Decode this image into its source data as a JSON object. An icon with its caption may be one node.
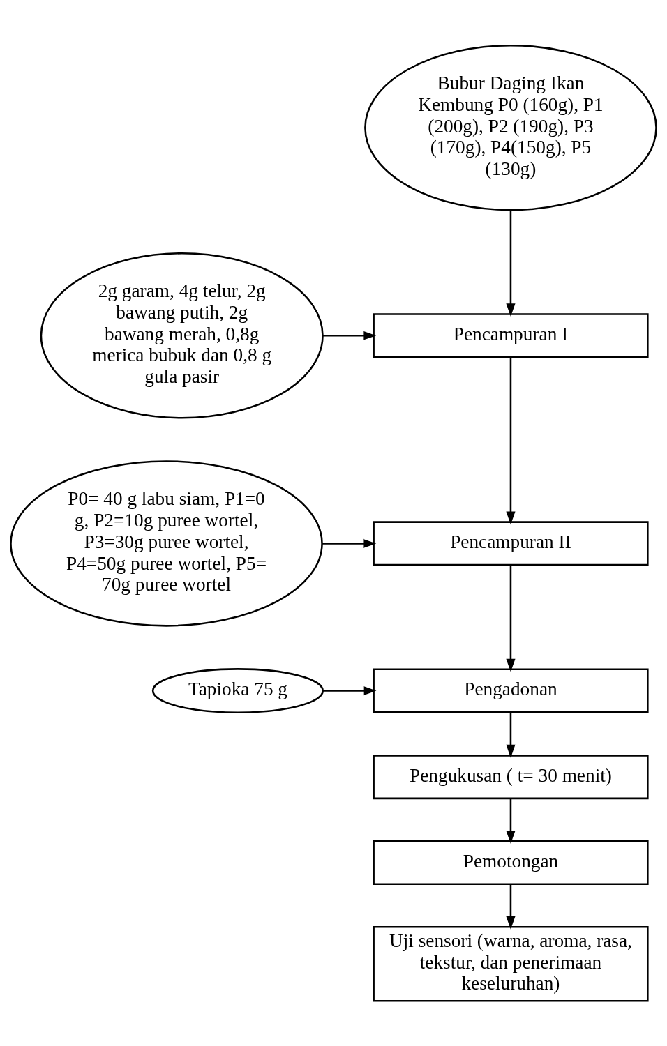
{
  "diagram": {
    "nodes": [
      {
        "text": [
          "Bubur Daging Ikan Kembung P0 (160g), P1 (200g), P2 (190g), P3 (170g), P4(150g), P5 (130g)"
        ]
      },
      {
        "text": [
          "2g garam, 4g telur, 2g bawang putih, 2g bawang merah, 0,8g merica bubuk dan 0,8 g gula pasir"
        ]
      },
      {
        "text": [
          "Pencampuran I"
        ]
      },
      {
        "text": [
          "P0= 40 g labu siam, P1=0 g, P2=10g puree wortel, P3=30g puree wortel, P4=50g puree wortel, P5= 70g puree wortel"
        ]
      },
      {
        "text": [
          "Pencampuran II"
        ]
      },
      {
        "text": [
          "Tapioka 75 g"
        ]
      },
      {
        "text": [
          "Pengadonan"
        ]
      },
      {
        "text": [
          "Pengukusan ( t= 30 menit)"
        ]
      },
      {
        "text": [
          "Pemotongan"
        ]
      },
      {
        "text": [
          "Uji sensori (warna, aroma, rasa, tekstur, dan penerimaan keseluruhan)"
        ]
      }
    ],
    "edges": [
      {
        "from": 0,
        "to": 2,
        "arrow": "to"
      },
      {
        "from": 1,
        "to": 2,
        "arrow": "to"
      },
      {
        "from": 2,
        "to": 4,
        "arrow": "to"
      },
      {
        "from": 3,
        "to": 4,
        "arrow": "to"
      },
      {
        "from": 4,
        "to": 6,
        "arrow": "to"
      },
      {
        "from": 5,
        "to": 6,
        "arrow": "to"
      },
      {
        "from": 6,
        "to": 7,
        "arrow": "to"
      },
      {
        "from": 7,
        "to": 8,
        "arrow": "to"
      },
      {
        "from": 8,
        "to": 9,
        "arrow": "to"
      }
    ]
  }
}
